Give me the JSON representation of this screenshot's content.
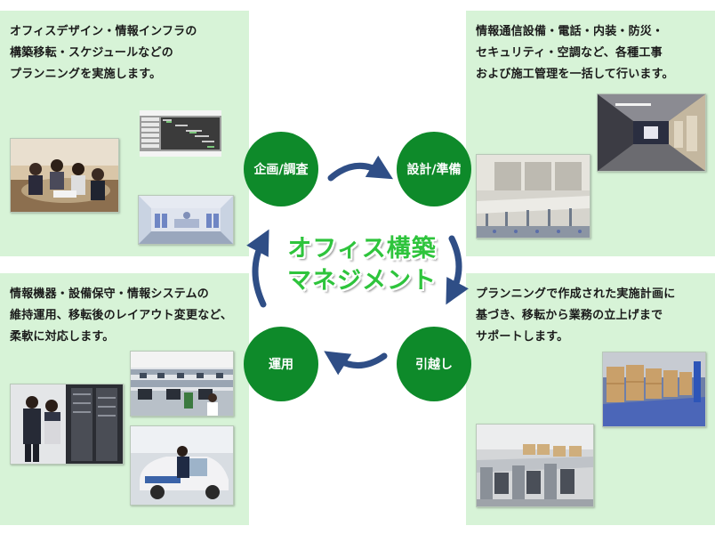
{
  "center_title": {
    "line1": "オフィス構築",
    "line2": "マネジメント"
  },
  "phases": {
    "plan": "企画/調査",
    "design": "設計/準備",
    "move": "引越し",
    "ops": "運用"
  },
  "panels": {
    "top_left": {
      "lines": [
        "オフィスデザイン・情報インフラの",
        "構築移転・スケジュールなどの",
        "プランニングを実施します。"
      ]
    },
    "top_right": {
      "lines": [
        "情報通信設備・電話・内装・防災・",
        "セキュリティ・空調など、各種工事",
        "および施工管理を一括して行います。"
      ]
    },
    "bottom_left": {
      "lines": [
        "情報機器・設備保守・情報システムの",
        "維持運用、移転後のレイアウト変更など、",
        "柔軟に対応します。"
      ]
    },
    "bottom_right": {
      "lines": [
        "プランニングで作成された実施計画に",
        "基づき、移転から業務の立上げまで",
        "サポートします。"
      ]
    }
  },
  "colors": {
    "panel": "#d7f3d7",
    "circle": "#0e8a2a",
    "arrow": "#2f4e86",
    "title": "#2ec43c"
  }
}
